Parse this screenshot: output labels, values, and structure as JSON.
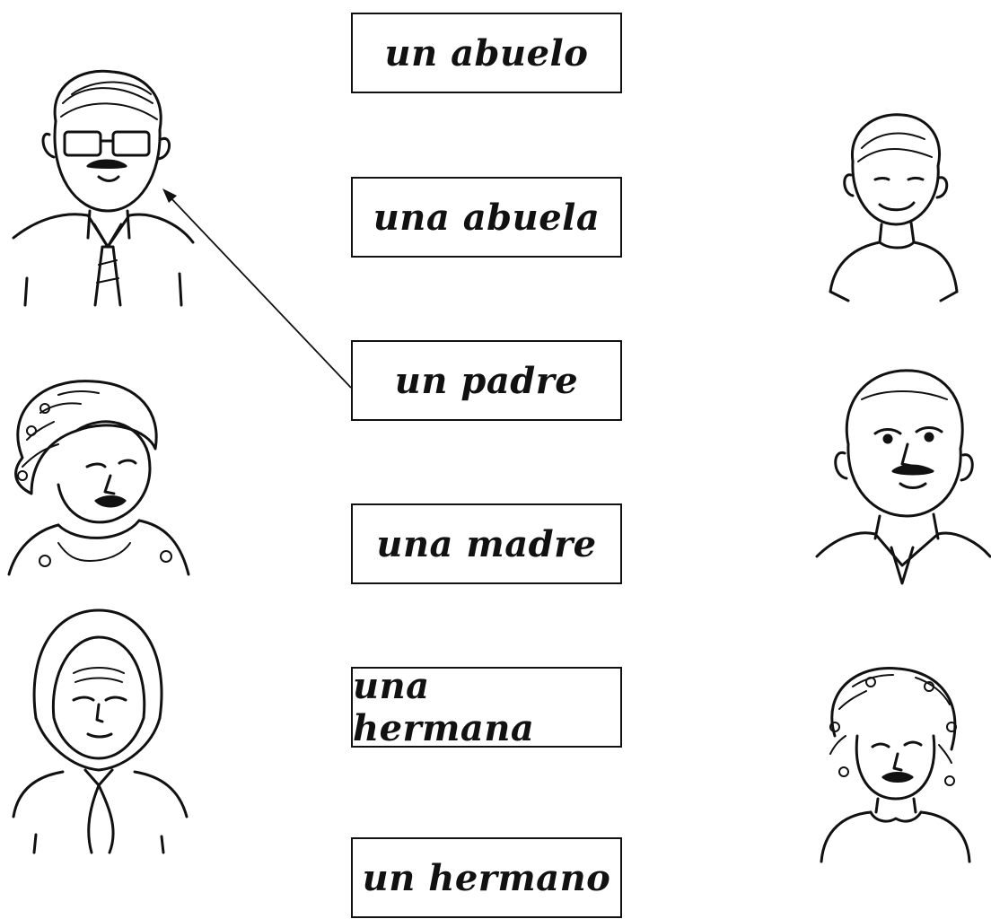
{
  "words": [
    "un abuelo",
    "una abuela",
    "un padre",
    "una madre",
    "una hermana",
    "un hermano"
  ],
  "portraits": {
    "left": [
      "father-with-glasses",
      "mother-with-headwrap",
      "grandmother-with-headscarf"
    ],
    "right": [
      "boy",
      "grandfather",
      "girl-with-curly-hair"
    ]
  },
  "example_link": {
    "from": "un padre",
    "to": "father-with-glasses"
  },
  "colors": {
    "ink": "#111111",
    "paper": "#ffffff"
  }
}
